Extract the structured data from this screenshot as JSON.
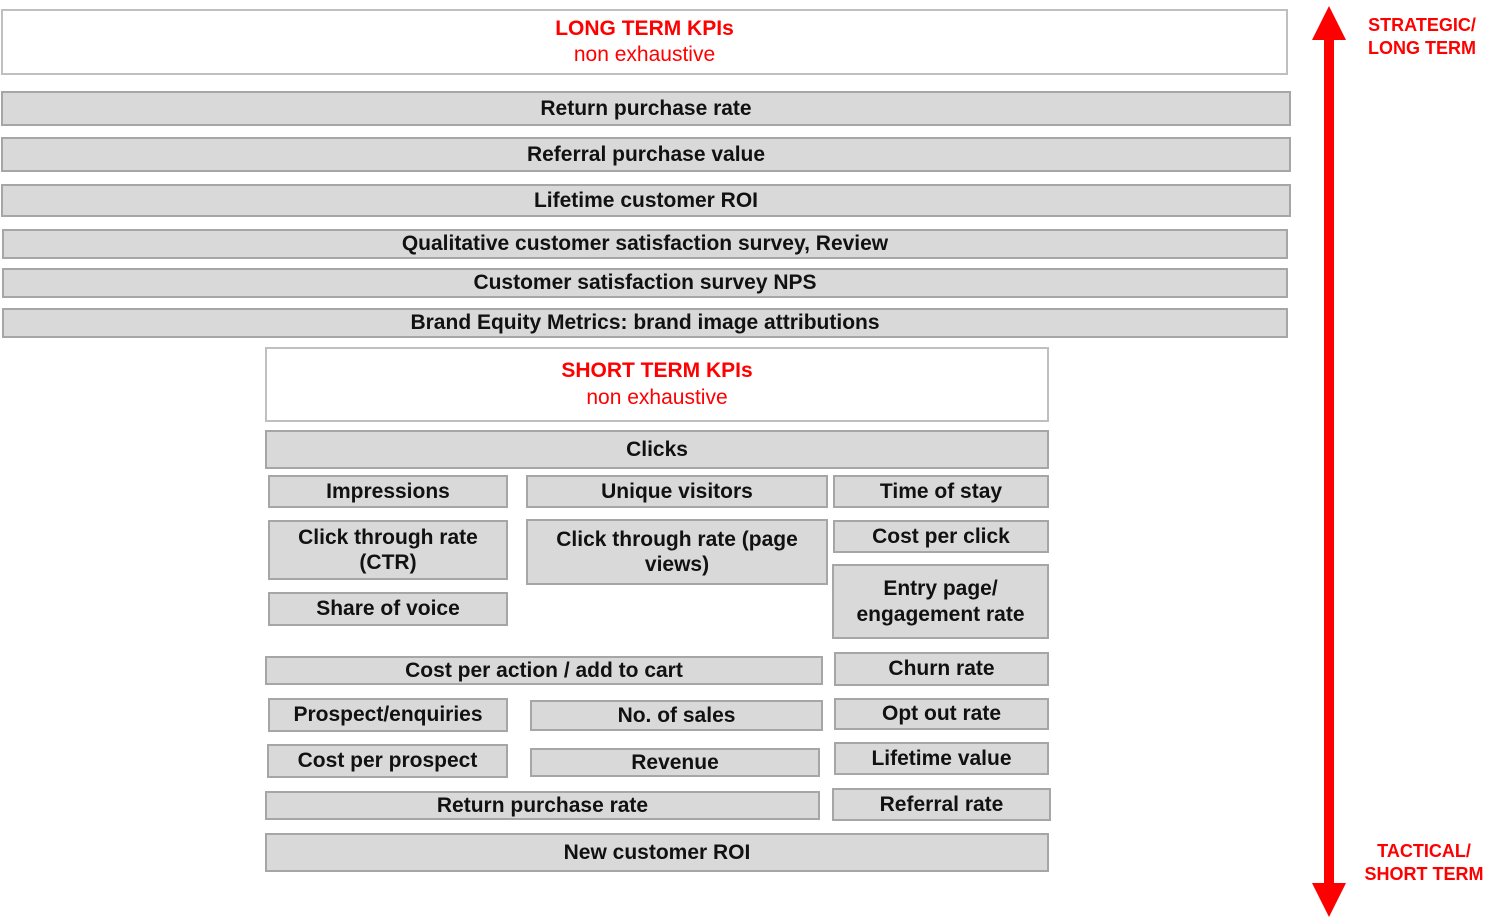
{
  "long_term": {
    "title": "LONG TERM KPIs",
    "subtitle": "non exhaustive",
    "items": [
      "Return purchase rate",
      "Referral purchase value",
      "Lifetime customer ROI",
      "Qualitative customer satisfaction survey, Review",
      "Customer satisfaction survey NPS",
      "Brand Equity Metrics: brand image attributions"
    ]
  },
  "short_term": {
    "title": "SHORT TERM KPIs",
    "subtitle": "non exhaustive",
    "clicks": "Clicks",
    "impressions": "Impressions",
    "unique_visitors": "Unique visitors",
    "time_of_stay": "Time of stay",
    "ctr": "Click through rate (CTR)",
    "ctr_page_views": "Click through rate (page views)",
    "cost_per_click": "Cost per click",
    "entry_page": "Entry page/ engagement rate",
    "share_of_voice": "Share of voice",
    "cost_per_action": "Cost per action / add to cart",
    "churn_rate": "Churn rate",
    "prospect_enquiries": "Prospect/enquiries",
    "no_of_sales": "No. of sales",
    "opt_out_rate": "Opt out rate",
    "cost_per_prospect": "Cost per prospect",
    "revenue": "Revenue",
    "lifetime_value": "Lifetime value",
    "return_purchase_rate": "Return purchase rate",
    "referral_rate": "Referral rate",
    "new_customer_roi": "New customer ROI"
  },
  "axis": {
    "top_label": "STRATEGIC/ LONG TERM",
    "bottom_label": "TACTICAL/ SHORT TERM"
  },
  "colors": {
    "accent": "#ff0000",
    "box_fill": "#d9d9d9",
    "box_border": "#a6a6a6"
  }
}
